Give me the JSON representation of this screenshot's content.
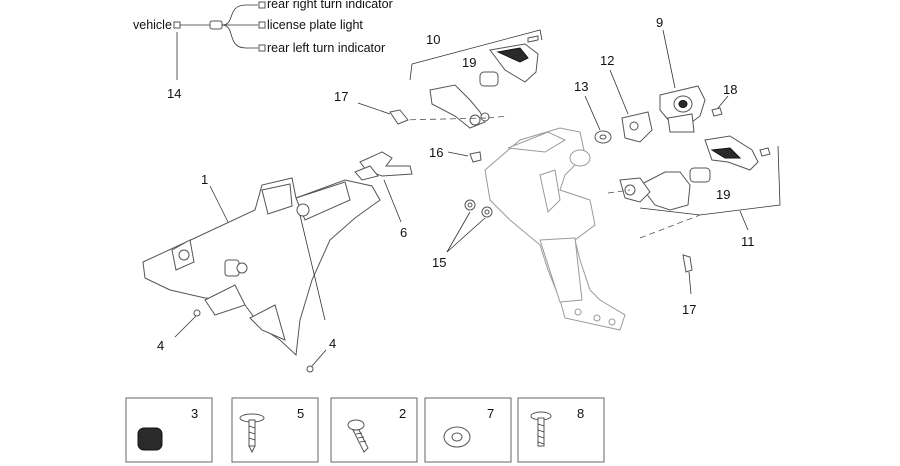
{
  "wiring": {
    "source": "vehicle",
    "outputs": [
      "rear right turn indicator",
      "license plate light",
      "rear left turn indicator"
    ]
  },
  "callouts": {
    "c1": "1",
    "c2": "2",
    "c3": "3",
    "c4a": "4",
    "c4b": "4",
    "c5": "5",
    "c6": "6",
    "c7": "7",
    "c8": "8",
    "c9": "9",
    "c10": "10",
    "c11": "11",
    "c12": "12",
    "c13": "13",
    "c14": "14",
    "c15": "15",
    "c16": "16",
    "c17a": "17",
    "c17b": "17",
    "c18": "18",
    "c19a": "19",
    "c19b": "19"
  }
}
